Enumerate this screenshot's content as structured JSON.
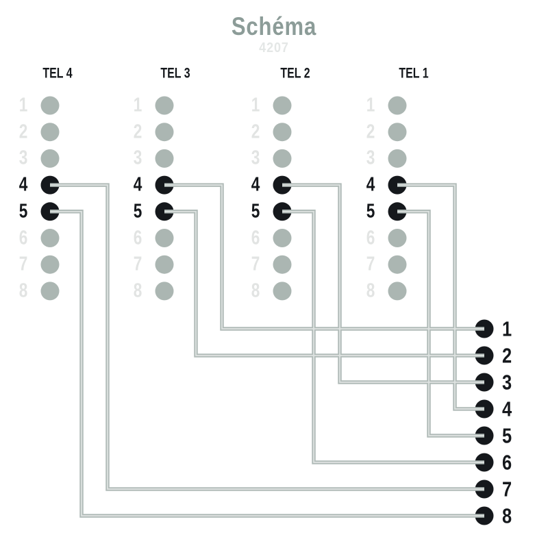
{
  "title": "Schéma",
  "subtitle": "4207",
  "connectors": [
    {
      "name": "TEL 4",
      "pins": [
        "1",
        "2",
        "3",
        "4",
        "5",
        "6",
        "7",
        "8"
      ],
      "active_pins": [
        4,
        5
      ]
    },
    {
      "name": "TEL 3",
      "pins": [
        "1",
        "2",
        "3",
        "4",
        "5",
        "6",
        "7",
        "8"
      ],
      "active_pins": [
        4,
        5
      ]
    },
    {
      "name": "TEL 2",
      "pins": [
        "1",
        "2",
        "3",
        "4",
        "5",
        "6",
        "7",
        "8"
      ],
      "active_pins": [
        4,
        5
      ]
    },
    {
      "name": "TEL 1",
      "pins": [
        "1",
        "2",
        "3",
        "4",
        "5",
        "6",
        "7",
        "8"
      ],
      "active_pins": [
        4,
        5
      ]
    }
  ],
  "output_pins": [
    "1",
    "2",
    "3",
    "4",
    "5",
    "6",
    "7",
    "8"
  ],
  "connections": [
    {
      "connector": "TEL 4",
      "pin": 4,
      "output": 7
    },
    {
      "connector": "TEL 4",
      "pin": 5,
      "output": 8
    },
    {
      "connector": "TEL 3",
      "pin": 4,
      "output": 1
    },
    {
      "connector": "TEL 3",
      "pin": 5,
      "output": 2
    },
    {
      "connector": "TEL 2",
      "pin": 4,
      "output": 3
    },
    {
      "connector": "TEL 2",
      "pin": 5,
      "output": 6
    },
    {
      "connector": "TEL 1",
      "pin": 4,
      "output": 4
    },
    {
      "connector": "TEL 1",
      "pin": 5,
      "output": 5
    }
  ],
  "colors": {
    "title": "#8c9c98",
    "subtitle": "#e4e7e6",
    "header_text": "#15181c",
    "active": "#15181c",
    "inactive_dot": "#abb6b2",
    "inactive_label": "#e2e4e3",
    "wire": "#b1bbb8",
    "wire_core": "#dfe4e2",
    "background": "#ffffff"
  }
}
